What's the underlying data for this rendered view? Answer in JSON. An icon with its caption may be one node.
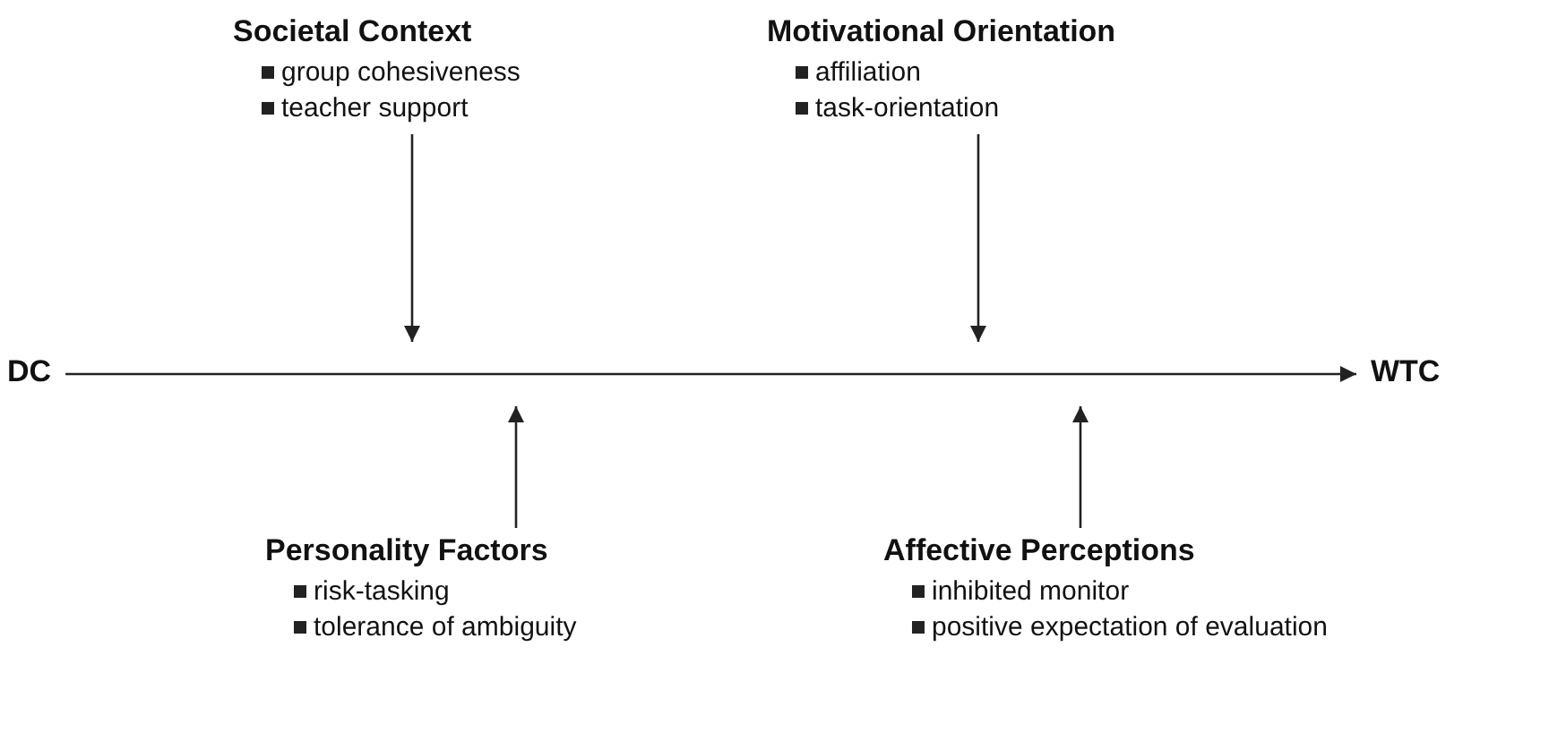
{
  "diagram": {
    "nodes": [
      {
        "text": [
          "DC"
        ]
      },
      {
        "text": [
          "WTC"
        ]
      },
      {
        "text": [
          "Societal Context",
          "group cohesiveness",
          "teacher support"
        ]
      },
      {
        "text": [
          "Motivational Orientation",
          "affiliation",
          "task-orientation"
        ]
      },
      {
        "text": [
          "Personality Factors",
          "risk-tasking",
          "tolerance of ambiguity"
        ]
      },
      {
        "text": [
          "Affective Perceptions",
          "inhibited monitor",
          "positive expectation of evaluation"
        ]
      }
    ],
    "edges": [
      {
        "from": 0,
        "to": 1,
        "arrow": "to"
      },
      {
        "from": 2,
        "to": null,
        "arrow": "to"
      },
      {
        "from": 3,
        "to": null,
        "arrow": "to"
      },
      {
        "from": 4,
        "to": null,
        "arrow": "to"
      },
      {
        "from": 5,
        "to": null,
        "arrow": "to"
      }
    ]
  }
}
